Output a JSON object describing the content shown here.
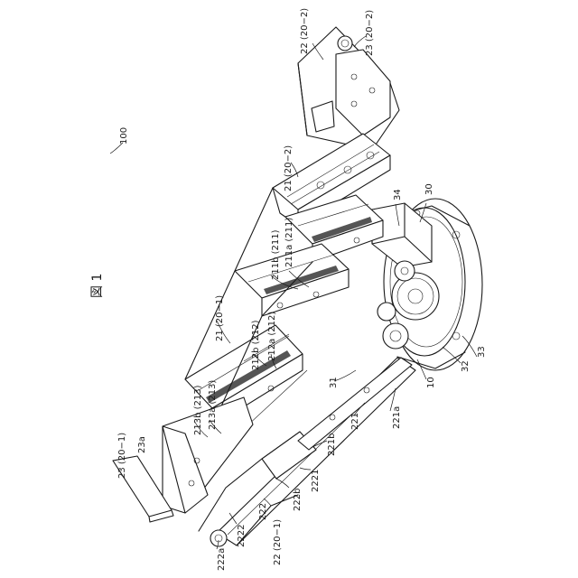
{
  "figure": {
    "title": "図 1",
    "labels": {
      "l100": "100",
      "l22_202": "22 (20−2)",
      "l23_202": "23 (20−2)",
      "l21_202": "21 (20−2)",
      "l34": "34",
      "l30": "30",
      "l211b": "211b (211)",
      "l211a": "211a (211)",
      "l21_201": "21 (20−1)",
      "l212b": "212b (212)",
      "l212a": "212a (212)",
      "l213b": "213b (213)",
      "l213a": "213a (213)",
      "l23_201": "23 (20−1)",
      "l23a": "23a",
      "l31": "31",
      "l33": "33",
      "l32": "32",
      "l10": "10",
      "l221a": "221a",
      "l221": "221",
      "l221b": "221b",
      "l2221": "2221",
      "l222b": "222b",
      "l222": "222",
      "l22_201": "22 (20−1)",
      "l2222": "2222",
      "l222a": "222a"
    }
  }
}
